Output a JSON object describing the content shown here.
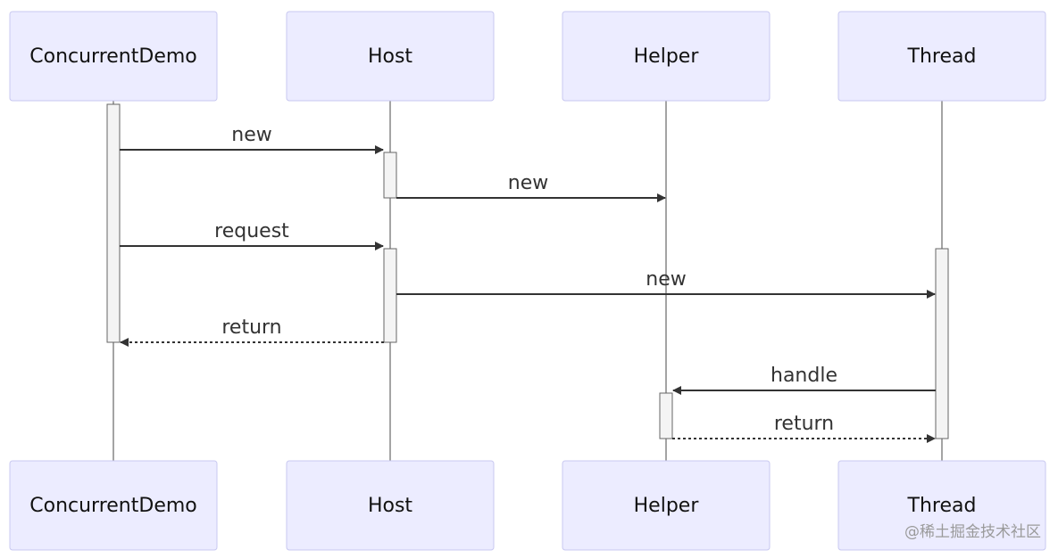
{
  "participants": [
    {
      "id": "demo",
      "label": "ConcurrentDemo"
    },
    {
      "id": "host",
      "label": "Host"
    },
    {
      "id": "helper",
      "label": "Helper"
    },
    {
      "id": "thread",
      "label": "Thread"
    }
  ],
  "messages": [
    {
      "from": "demo",
      "to": "host",
      "label": "new",
      "style": "solid"
    },
    {
      "from": "host",
      "to": "helper",
      "label": "new",
      "style": "solid"
    },
    {
      "from": "demo",
      "to": "host",
      "label": "request",
      "style": "solid"
    },
    {
      "from": "host",
      "to": "thread",
      "label": "new",
      "style": "solid"
    },
    {
      "from": "host",
      "to": "demo",
      "label": "return",
      "style": "dashed"
    },
    {
      "from": "thread",
      "to": "helper",
      "label": "handle",
      "style": "solid"
    },
    {
      "from": "helper",
      "to": "thread",
      "label": "return",
      "style": "dashed"
    }
  ],
  "watermark": "@稀土掘金技术社区",
  "colors": {
    "actor_fill": "#ececff",
    "actor_border": "#c8c8f0",
    "line": "#333333"
  }
}
